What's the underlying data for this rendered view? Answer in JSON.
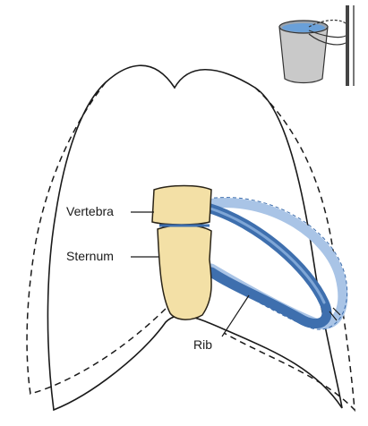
{
  "labels": {
    "vertebra": "Vertebra",
    "sternum": "Sternum",
    "rib": "Rib"
  },
  "colors": {
    "outline": "#1a1a1a",
    "bone_fill": "#f3e0a6",
    "bone_edge": "#2a2418",
    "rib_dark": "#3e6fae",
    "rib_light": "#a9c4e6",
    "bucket_body": "#c9c9c9",
    "water": "#6aa0d8"
  },
  "icons": {
    "inset": "bucket-handle-icon"
  }
}
